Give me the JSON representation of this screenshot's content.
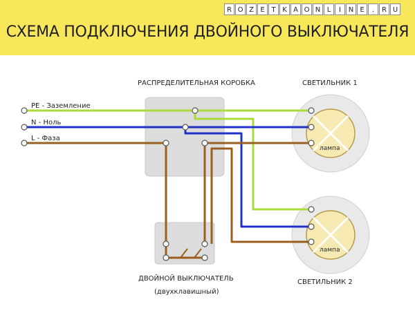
{
  "title": "СХЕМА ПОДКЛЮЧЕНИЯ ДВОЙНОГО ВЫКЛЮЧАТЕЛЯ",
  "logo_text": "ROZETKAONLINE.RU",
  "labels": {
    "junction_box": "РАСПРЕДЕЛИТЕЛЬНАЯ КОРОБКА",
    "lamp1": "СВЕТИЛЬНИК 1",
    "lamp2": "СВЕТИЛЬНИК 2",
    "pe": "PE - Заземление",
    "n": "N - Ноль",
    "l": "L - Фаза",
    "switch_line1": "ДВОЙНОЙ ВЫКЛЮЧАТЕЛЬ",
    "switch_line2": "(двухклавишный)",
    "lamp_text": "лампа"
  },
  "colors": {
    "banner": "#f9e75a",
    "ground_wire": "#a8dc3a",
    "neutral_wire": "#1f32c8",
    "phase_wire": "#9a5f1e",
    "junction_box": "#dcdcdc",
    "lamp_ring": "#e9e9e9",
    "lamp_core": "#f6eab2"
  }
}
